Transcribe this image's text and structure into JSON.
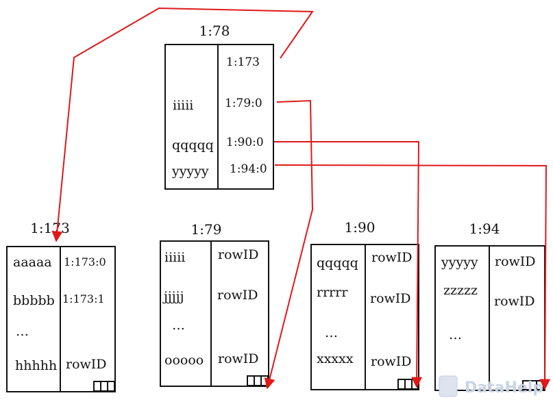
{
  "root": {
    "title": "1:78",
    "keys": [
      "iiiii",
      "qqqqq",
      "yyyyy"
    ],
    "pointers": [
      "1:173",
      "1:79:0",
      "1:90:0",
      "1:94:0"
    ]
  },
  "leaves": [
    {
      "title": "1:173",
      "keys": [
        "aaaaa",
        "bbbbb",
        "…",
        "hhhhh"
      ],
      "values": [
        "1:173:0",
        "1:173:1",
        "rowID"
      ]
    },
    {
      "title": "1:79",
      "keys": [
        "iiiii",
        "jjjjj",
        "…",
        "ooooo"
      ],
      "values": [
        "rowID",
        "rowID",
        "rowID"
      ]
    },
    {
      "title": "1:90",
      "keys": [
        "qqqqq",
        "rrrrr",
        "…",
        "xxxxx"
      ],
      "values": [
        "rowID",
        "rowID",
        "rowID"
      ]
    },
    {
      "title": "1:94",
      "keys": [
        "yyyyy",
        "zzzzz",
        "…"
      ],
      "values": [
        "rowID",
        "rowID"
      ]
    }
  ],
  "colors": {
    "arrow": "#e01818",
    "stroke": "#111111"
  },
  "watermark": "DataHelp"
}
